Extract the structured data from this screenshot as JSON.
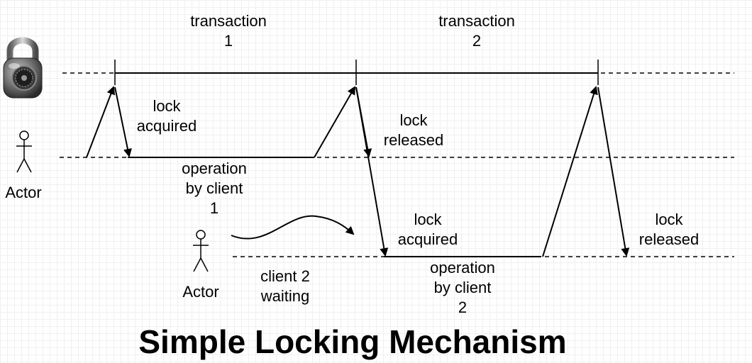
{
  "title": "Simple Locking Mechanism",
  "lanes": {
    "lock": {
      "icon": "padlock-icon"
    },
    "client1": {
      "actor_label": "Actor",
      "icon": "actor-stick-figure-icon"
    },
    "client2": {
      "actor_label": "Actor",
      "icon": "actor-stick-figure-icon"
    }
  },
  "transactions": [
    {
      "line1": "transaction",
      "line2": "1"
    },
    {
      "line1": "transaction",
      "line2": "2"
    }
  ],
  "annotations": {
    "lock_acquired_1": {
      "line1": "lock",
      "line2": "acquired"
    },
    "lock_released_1": {
      "line1": "lock",
      "line2": "released"
    },
    "lock_acquired_2": {
      "line1": "lock",
      "line2": "acquired"
    },
    "lock_released_2": {
      "line1": "lock",
      "line2": "released"
    }
  },
  "operations": [
    {
      "line1": "operation",
      "line2": "by client",
      "line3": "1"
    },
    {
      "line1": "operation",
      "line2": "by client",
      "line3": "2"
    }
  ],
  "waiting": {
    "line1": "client 2",
    "line2": "waiting"
  }
}
